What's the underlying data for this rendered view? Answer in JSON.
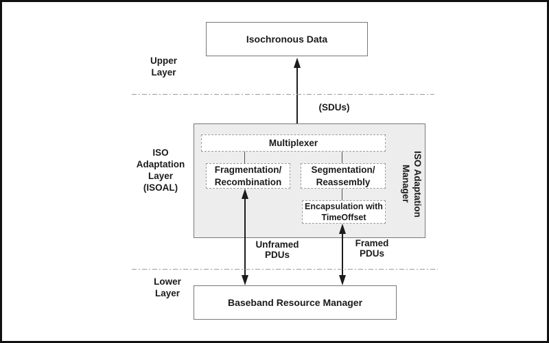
{
  "colors": {
    "container_fill": "#ededed",
    "solid_box_border": "#777777",
    "dashed_box_border": "#999999",
    "arrow": "#1c1c1c",
    "text": "#1a1a1a",
    "figure_border": "#111111"
  },
  "layer_labels": {
    "upper": "Upper\nLayer",
    "isoal": "ISO\nAdaptation\nLayer\n(ISOAL)",
    "lower": "Lower\nLayer"
  },
  "boxes": {
    "isochronous_data": "Isochronous Data",
    "multiplexer": "Multiplexer",
    "fragmentation": "Fragmentation/\nRecombination",
    "segmentation": "Segmentation/\nReassembly",
    "encapsulation": "Encapsulation with\nTimeOffset",
    "iso_adaptation_manager": "ISO Adaptation\nManager",
    "baseband_resource_manager": "Baseband Resource Manager"
  },
  "flow_labels": {
    "sdus": "(SDUs)",
    "unframed_pdus": "Unframed\nPDUs",
    "framed_pdus": "Framed\nPDUs"
  }
}
